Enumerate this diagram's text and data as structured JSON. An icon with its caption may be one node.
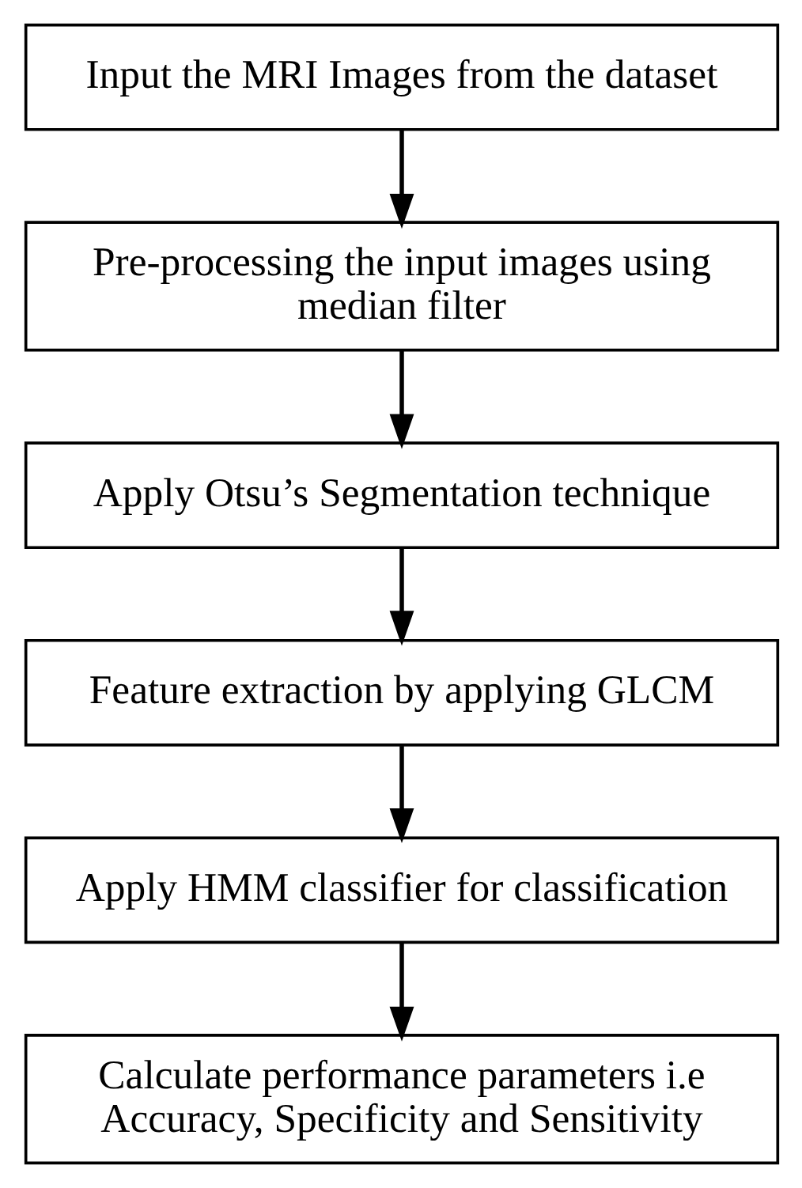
{
  "diagram": {
    "nodes": [
      {
        "text": [
          "Input the MRI Images from the dataset"
        ]
      },
      {
        "text": [
          "Pre-processing the input images using median filter"
        ]
      },
      {
        "text": [
          "Apply Otsu’s Segmentation technique"
        ]
      },
      {
        "text": [
          "Feature extraction by applying GLCM"
        ]
      },
      {
        "text": [
          "Apply HMM classifier for classification"
        ]
      },
      {
        "text": [
          "Calculate performance parameters i.e Accuracy, Specificity and Sensitivity"
        ]
      }
    ],
    "edges": [
      {
        "from": 0,
        "to": 1,
        "arrow": "to"
      },
      {
        "from": 1,
        "to": 2,
        "arrow": "to"
      },
      {
        "from": 2,
        "to": 3,
        "arrow": "to"
      },
      {
        "from": 3,
        "to": 4,
        "arrow": "to"
      },
      {
        "from": 4,
        "to": 5,
        "arrow": "to"
      }
    ]
  }
}
